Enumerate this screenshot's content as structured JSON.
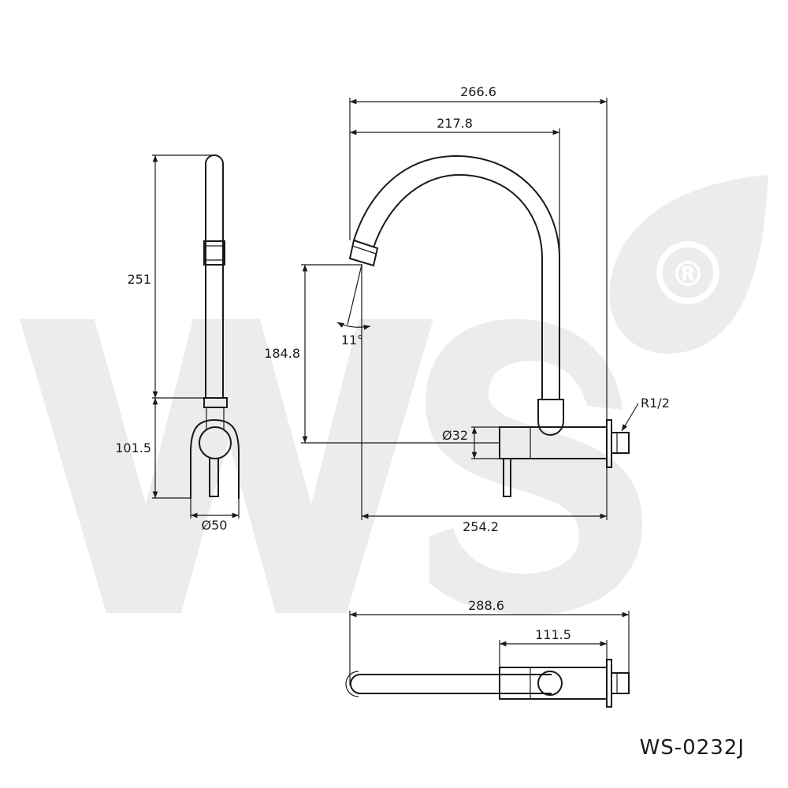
{
  "watermark": {
    "text": "WS",
    "color": "#ececec",
    "registered_mark": "®"
  },
  "side_view": {
    "dimensions": {
      "height_spout": "251",
      "height_body": "101.5",
      "diameter_flange": "Ø50"
    }
  },
  "front_view": {
    "dimensions": {
      "width_overall": "266.6",
      "width_spout_reach": "217.8",
      "spout_height": "184.8",
      "spout_angle": "11°",
      "body_diameter": "Ø32",
      "thread": "R1/2",
      "base_length": "254.2"
    }
  },
  "top_view": {
    "dimensions": {
      "length_overall": "288.6",
      "length_body": "111.5"
    }
  },
  "model_number": "WS-0232J",
  "colors": {
    "line": "#1a1a1a",
    "background": "#ffffff"
  }
}
